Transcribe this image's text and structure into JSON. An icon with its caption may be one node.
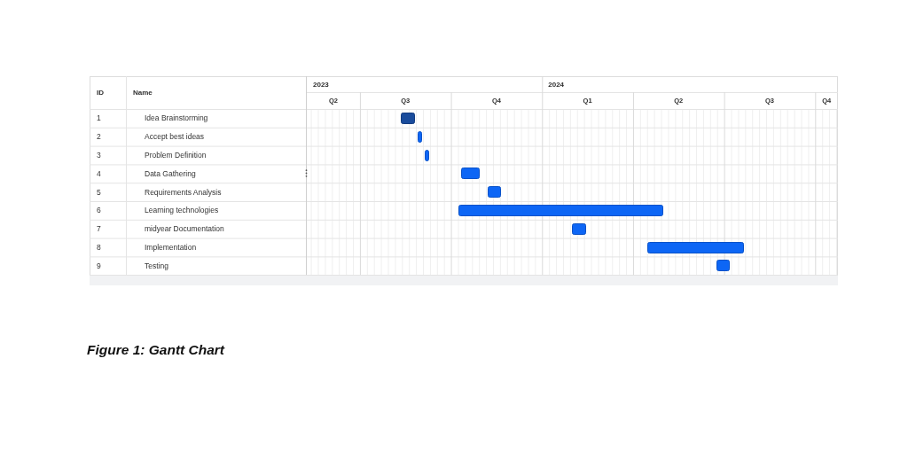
{
  "diagram": {
    "caption": "Figure 1: Gantt Chart",
    "nodes": [
      {
        "text": [],
        "shape": "bar"
      },
      {
        "text": [],
        "shape": "bar"
      },
      {
        "text": [],
        "shape": "bar"
      },
      {
        "text": [],
        "shape": "bar"
      },
      {
        "text": [],
        "shape": "bar"
      },
      {
        "text": [],
        "shape": "bar"
      },
      {
        "text": [],
        "shape": "bar"
      },
      {
        "text": [],
        "shape": "bar"
      },
      {
        "text": [],
        "shape": "bar"
      }
    ],
    "labels": [
      "ID",
      "Name",
      "2023",
      "2024",
      "Q2",
      "Q3",
      "Q4",
      "Q1",
      "Q2",
      "Q3",
      "Q4",
      "1",
      "Idea Brainstorming",
      "2",
      "Accept best ideas",
      "3",
      "Problem Definition",
      "4",
      "Data Gathering",
      "5",
      "Requirements Analysis",
      "6",
      "Learning technologies",
      "7",
      "midyear Documentation",
      "8",
      "Implementation",
      "9",
      "Testing"
    ]
  }
}
